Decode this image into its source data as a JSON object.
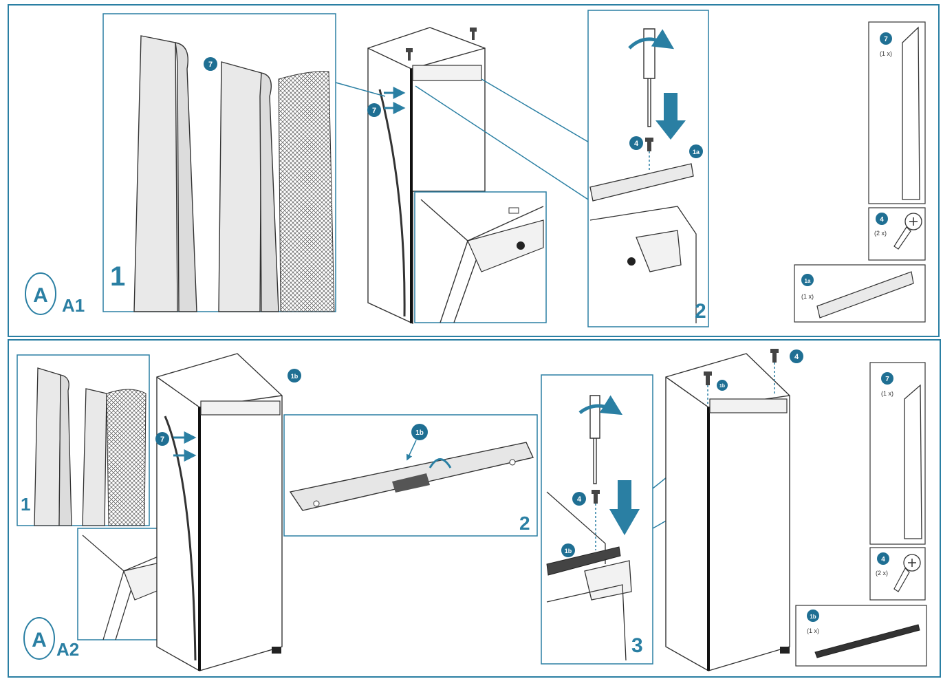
{
  "colors": {
    "accent": "#2a7fa3",
    "badge": "#1f6f93",
    "line": "#222222",
    "panel_fill": "#f2f2f2",
    "gasket_fill": "#e9e9e9"
  },
  "section_a1": {
    "circle_letter": "A",
    "label": "A1",
    "steps": {
      "s1": "1",
      "s2": "2"
    },
    "callouts": {
      "gasket": "7",
      "screw": "4",
      "bracket": "1a"
    },
    "parts": [
      {
        "badge": "7",
        "qty": "(1 x)",
        "icon": "gasket-strip-icon"
      },
      {
        "badge": "4",
        "qty": "(2 x)",
        "icon": "screw-icon"
      },
      {
        "badge": "1a",
        "qty": "(1 x)",
        "icon": "bracket-icon"
      }
    ]
  },
  "section_a2": {
    "circle_letter": "A",
    "label": "A2",
    "steps": {
      "s1": "1",
      "s2": "2",
      "s3": "3"
    },
    "callouts": {
      "gasket": "7",
      "screw": "4",
      "bracket": "1b"
    },
    "parts": [
      {
        "badge": "7",
        "qty": "(1 x)",
        "icon": "gasket-strip-icon"
      },
      {
        "badge": "4",
        "qty": "(2 x)",
        "icon": "screw-icon"
      },
      {
        "badge": "1b",
        "qty": "(1 x)",
        "icon": "bracket-icon"
      }
    ]
  }
}
